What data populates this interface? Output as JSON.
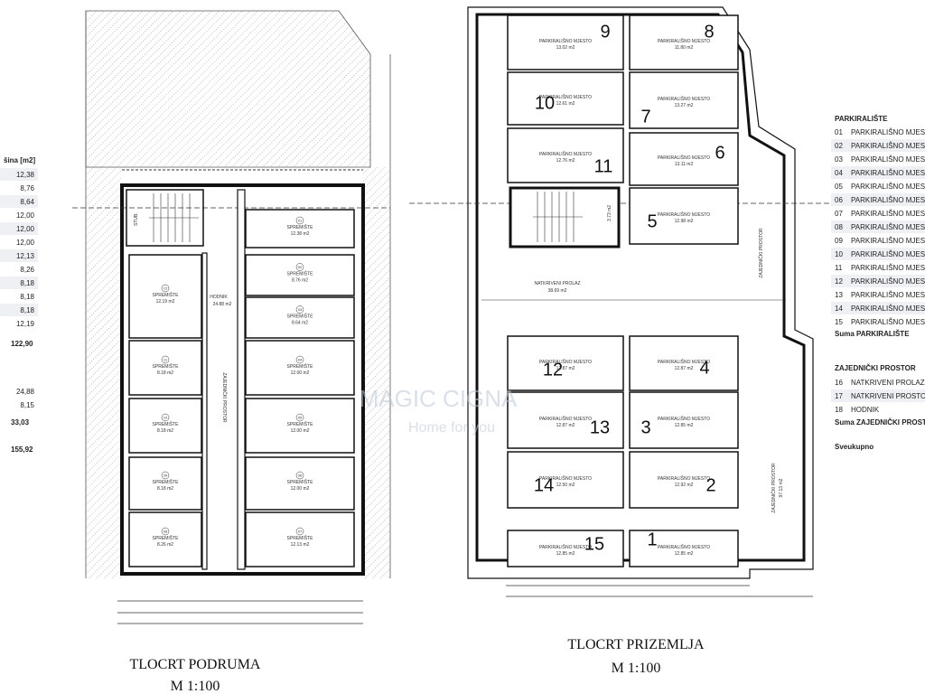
{
  "left_table": {
    "header": "šina [m2]",
    "values": [
      "12,38",
      "8,76",
      "8,64",
      "12,00",
      "12,00",
      "12,00",
      "12,13",
      "8,26",
      "8,18",
      "8,18",
      "8,18",
      "12,19"
    ],
    "subtotal1": "122,90",
    "values2": [
      "24,88",
      "8,15"
    ],
    "subtotal2": "33,03",
    "total": "155,92"
  },
  "basement": {
    "caption1": "TLOCRT PODRUMA",
    "caption2": "M 1:100",
    "stair_label": "STUB.",
    "hall_label": "HODNIK",
    "hall_area": "24.88 m2",
    "corridor_label": "ZAJEDNIČKI PROSTOR",
    "rooms": [
      {
        "num": "01",
        "label": "SPREMIŠTE",
        "area": "12.38 m2"
      },
      {
        "num": "02",
        "label": "SPREMIŠTE",
        "area": "8.76 m2"
      },
      {
        "num": "03",
        "label": "SPREMIŠTE",
        "area": "8.64 m2"
      },
      {
        "num": "04",
        "label": "SPREMIŠTE",
        "area": "12.00 m2"
      },
      {
        "num": "05",
        "label": "SPREMIŠTE",
        "area": "12.00 m2"
      },
      {
        "num": "06",
        "label": "SPREMIŠTE",
        "area": "12.00 m2"
      },
      {
        "num": "07",
        "label": "SPREMIŠTE",
        "area": "12.13 m2"
      },
      {
        "num": "08",
        "label": "SPREMIŠTE",
        "area": "8.26 m2"
      },
      {
        "num": "09",
        "label": "SPREMIŠTE",
        "area": "8.18 m2"
      },
      {
        "num": "10",
        "label": "SPREMIŠTE",
        "area": "8.18 m2"
      },
      {
        "num": "11",
        "label": "SPREMIŠTE",
        "area": "8.18 m2"
      },
      {
        "num": "12",
        "label": "SPREMIŠTE",
        "area": "12.19 m2"
      }
    ]
  },
  "ground": {
    "caption1": "TLOCRT PRIZEMLJA",
    "caption2": "M 1:100",
    "passage_label": "NATKRIVENI PROLAZ",
    "passage_area": "38.69 m2",
    "stair_area": "3.73 m2",
    "side_label": "ZAJEDNIČKI PROSTOR",
    "side_area": "97.13 m2",
    "spots": [
      {
        "n": "9",
        "label": "PARKIRALIŠNO MJESTO",
        "area": "13.02 m2"
      },
      {
        "n": "8",
        "label": "PARKIRALIŠNO MJESTO",
        "area": "11.80 m2"
      },
      {
        "n": "10",
        "label": "PARKIRALIŠNO MJESTO",
        "area": "12.61 m2"
      },
      {
        "n": "7",
        "label": "PARKIRALIŠNO MJESTO",
        "area": "13.27 m2"
      },
      {
        "n": "11",
        "label": "PARKIRALIŠNO MJESTO",
        "area": "12.76 m2"
      },
      {
        "n": "6",
        "label": "PARKIRALIŠNO MJESTO",
        "area": "13.11 m2"
      },
      {
        "n": "5",
        "label": "PARKIRALIŠNO MJESTO",
        "area": "12.98 m2"
      },
      {
        "n": "12",
        "label": "PARKIRALIŠNO MJESTO",
        "area": "12.87 m2"
      },
      {
        "n": "4",
        "label": "PARKIRALIŠNO MJESTO",
        "area": "12.87 m2"
      },
      {
        "n": "13",
        "label": "PARKIRALIŠNO MJESTO",
        "area": "12.87 m2"
      },
      {
        "n": "3",
        "label": "PARKIRALIŠNO MJESTO",
        "area": "12.85 m2"
      },
      {
        "n": "14",
        "label": "PARKIRALIŠNO MJESTO",
        "area": "12.50 m2"
      },
      {
        "n": "2",
        "label": "PARKIRALIŠNO MJESTO",
        "area": "12.92 m2"
      },
      {
        "n": "15",
        "label": "PARKIRALIŠNO MJESTO",
        "area": "12.85 m2"
      },
      {
        "n": "1",
        "label": "PARKIRALIŠNO MJESTO",
        "area": "12.85 m2"
      }
    ]
  },
  "right_table": {
    "header1": "PARKIRALIŠTE",
    "rows1": [
      {
        "n": "01",
        "t": "PARKIRALIŠNO MJEST"
      },
      {
        "n": "02",
        "t": "PARKIRALIŠNO MJEST"
      },
      {
        "n": "03",
        "t": "PARKIRALIŠNO MJEST"
      },
      {
        "n": "04",
        "t": "PARKIRALIŠNO MJEST"
      },
      {
        "n": "05",
        "t": "PARKIRALIŠNO MJEST"
      },
      {
        "n": "06",
        "t": "PARKIRALIŠNO MJEST"
      },
      {
        "n": "07",
        "t": "PARKIRALIŠNO MJEST"
      },
      {
        "n": "08",
        "t": "PARKIRALIŠNO MJEST"
      },
      {
        "n": "09",
        "t": "PARKIRALIŠNO MJEST"
      },
      {
        "n": "10",
        "t": "PARKIRALIŠNO MJEST"
      },
      {
        "n": "11",
        "t": "PARKIRALIŠNO MJEST"
      },
      {
        "n": "12",
        "t": "PARKIRALIŠNO MJEST"
      },
      {
        "n": "13",
        "t": "PARKIRALIŠNO MJEST"
      },
      {
        "n": "14",
        "t": "PARKIRALIŠNO MJEST"
      },
      {
        "n": "15",
        "t": "PARKIRALIŠNO MJEST"
      }
    ],
    "sum1": "Suma PARKIRALIŠTE",
    "header2": "ZAJEDNIČKI PROSTOR",
    "rows2": [
      {
        "n": "16",
        "t": "NATKRIVENI PROLAZ"
      },
      {
        "n": "17",
        "t": "NATKRIVENI PROSTO"
      },
      {
        "n": "18",
        "t": "HODNIK"
      }
    ],
    "sum2": "Suma ZAJEDNIČKI PROSTO",
    "total": "Sveukupno"
  },
  "watermark": {
    "line1": "MAGIC CIGNA",
    "line2": "Home for you"
  }
}
